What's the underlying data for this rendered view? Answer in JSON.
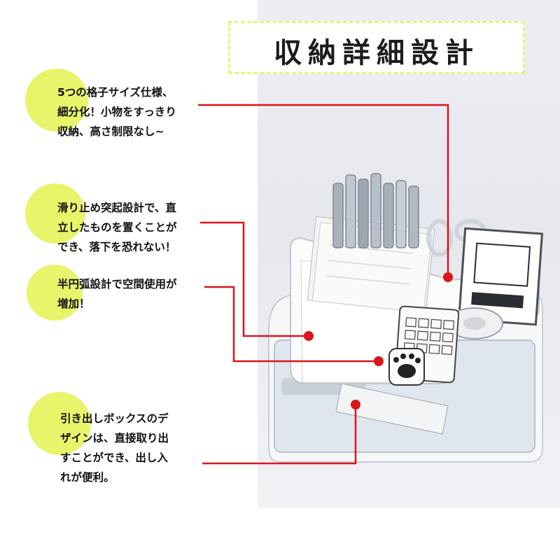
{
  "title": "収納詳細設計",
  "features": [
    {
      "text": "5つの格子サイズ仕様、\n細分化！小物をすっきり\n収納、高さ制限なし~"
    },
    {
      "text": "滑り止め突起設計で、直\n立したものを置くことが\nでき、落下を恐れない！"
    },
    {
      "text": "半円弧設計で空間使用が\n増加！"
    },
    {
      "text": "引き出しボックスのデ\nザインは、直接取り出\nすことができ、出し入\nれが便利。"
    }
  ],
  "colors": {
    "accent_yellow": "#e8f46a",
    "callout_red": "#d9161c",
    "title_border": "#e8f27a"
  }
}
